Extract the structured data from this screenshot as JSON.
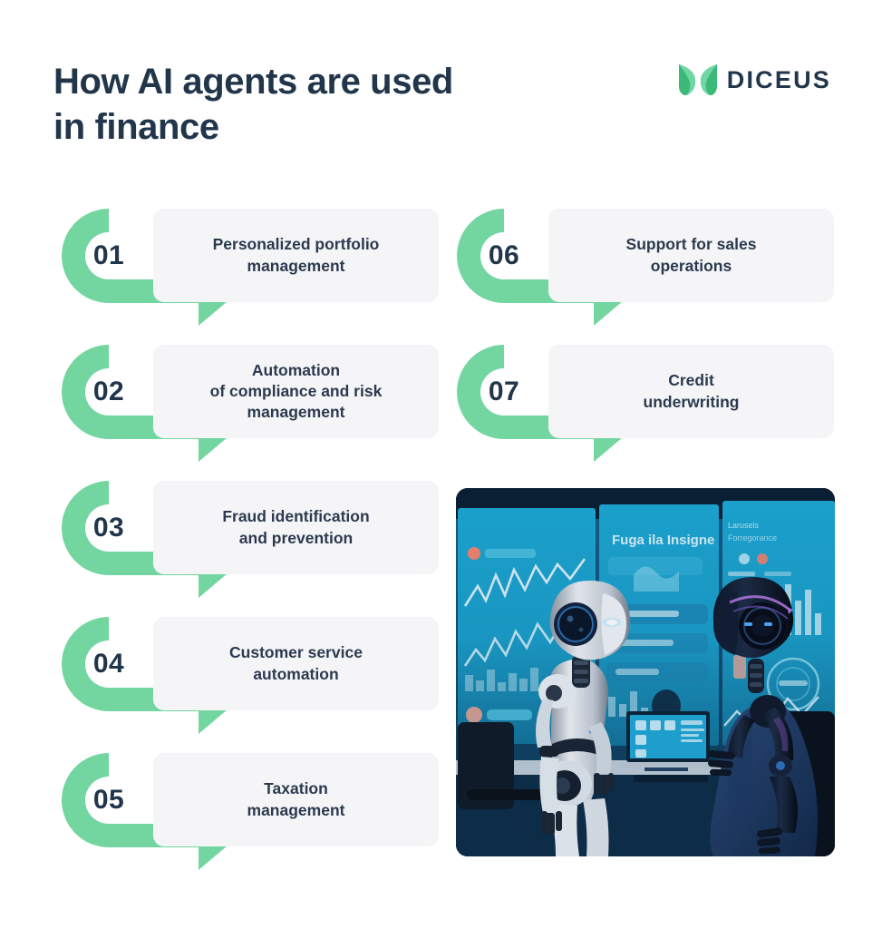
{
  "header": {
    "title": "How AI agents are used\nin finance",
    "logo": {
      "wordmark": "DICEUS",
      "mark_icon": "diceus-butterfly-icon"
    }
  },
  "colors": {
    "green": "#73d6a1",
    "green_dark": "#3fae7a",
    "text_dark": "#22364b",
    "text_body": "#2b3a4f",
    "panel_bg": "#f5f5f7",
    "card_bg": "#ffffff"
  },
  "steps": {
    "left": [
      {
        "number": "01",
        "label": "Personalized portfolio\nmanagement"
      },
      {
        "number": "02",
        "label": "Automation\nof compliance and risk\nmanagement"
      },
      {
        "number": "03",
        "label": "Fraud identification\nand prevention"
      },
      {
        "number": "04",
        "label": "Customer service\nautomation"
      },
      {
        "number": "05",
        "label": "Taxation\nmanagement"
      }
    ],
    "right": [
      {
        "number": "06",
        "label": "Support for sales\noperations"
      },
      {
        "number": "07",
        "label": "Credit\nunderwriting"
      }
    ]
  },
  "photo": {
    "alt": "Two humanoid robots in an office in front of large blue data dashboard screens",
    "screen_texts": [
      "Fuga ila Insigne",
      "Larusels",
      "Forregorance"
    ]
  }
}
